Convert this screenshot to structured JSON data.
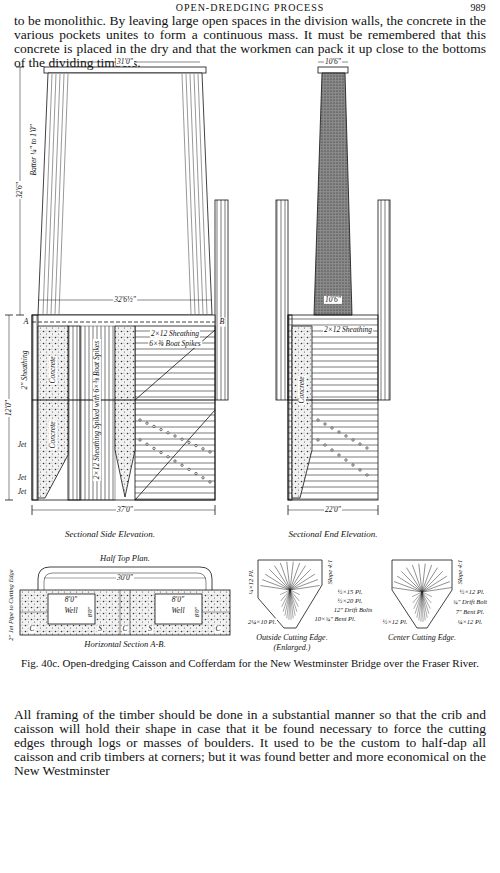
{
  "diagram": {
    "caption": "Fig. 40c. Open-dredging Caisson and Cofferdam for the New Westminster Bridge over the Fraser River.",
    "labels": [
      "OPEN-DREDGING PROCESS",
      "989",
      "to be monolithic. By leaving large open spaces in the division walls, the concrete in the various pockets unites to form a continuous mass. It must be remembered that this concrete is placed in the dry and that the workmen can pack it up close to the bottoms of the dividing timbers.",
      "31'0\"",
      "10'6\"",
      "32'6\"",
      "Batter ¼\" to 1'0\"",
      "32'6½\"",
      "10'6\"",
      "A",
      "B",
      "12'0\"",
      "2\" Sheathing",
      "Concrete",
      "Concrete",
      "2×12 Sheathing Spiked with 6×⅜ Boat Spikes",
      "2×12 Sheathing",
      "6×⅜ Boat Spikes",
      "Jet",
      "Jet",
      "Jet",
      "37'0\"",
      "Sectional Side Elevation.",
      "2×12 Sheathing",
      "Concrete",
      "22'0\"",
      "Sectional End Elevation.",
      "Half Top Plan.",
      "30'0\"",
      "8'0\"",
      "Well",
      "8'0\"",
      "8'0\"",
      "Well",
      "8'0\"",
      "2\" Jet Pipe to Cutting Edge",
      "Horizontal Section A-B.",
      "C",
      "S",
      "C",
      "S",
      "C",
      "¼×12 Pl.",
      "Slope 4:1",
      "½×15 Pl.",
      "½×20 Pl.",
      "12\" Drift Bolts",
      "10×¾\" Bent Pl.",
      "2¼×10 Pl.",
      "Outside Cutting Edge.",
      "(Enlarged.)",
      "Slope 4:1",
      "½×12 Pl.",
      "¾\" Drift Bolt",
      "7\" Bent Pl.",
      "¼×12 Pl.",
      "½×12 Pl.",
      "Center Cutting Edge.",
      "All framing of the timber should be done in a substantial manner so that the crib and caisson will hold their shape in case that it be found necessary to force the cutting edges through logs or masses of boulders. It used to be the custom to half-dap all caisson and crib timbers at corners; but it was found better and more economical on the New Westminster"
    ]
  }
}
